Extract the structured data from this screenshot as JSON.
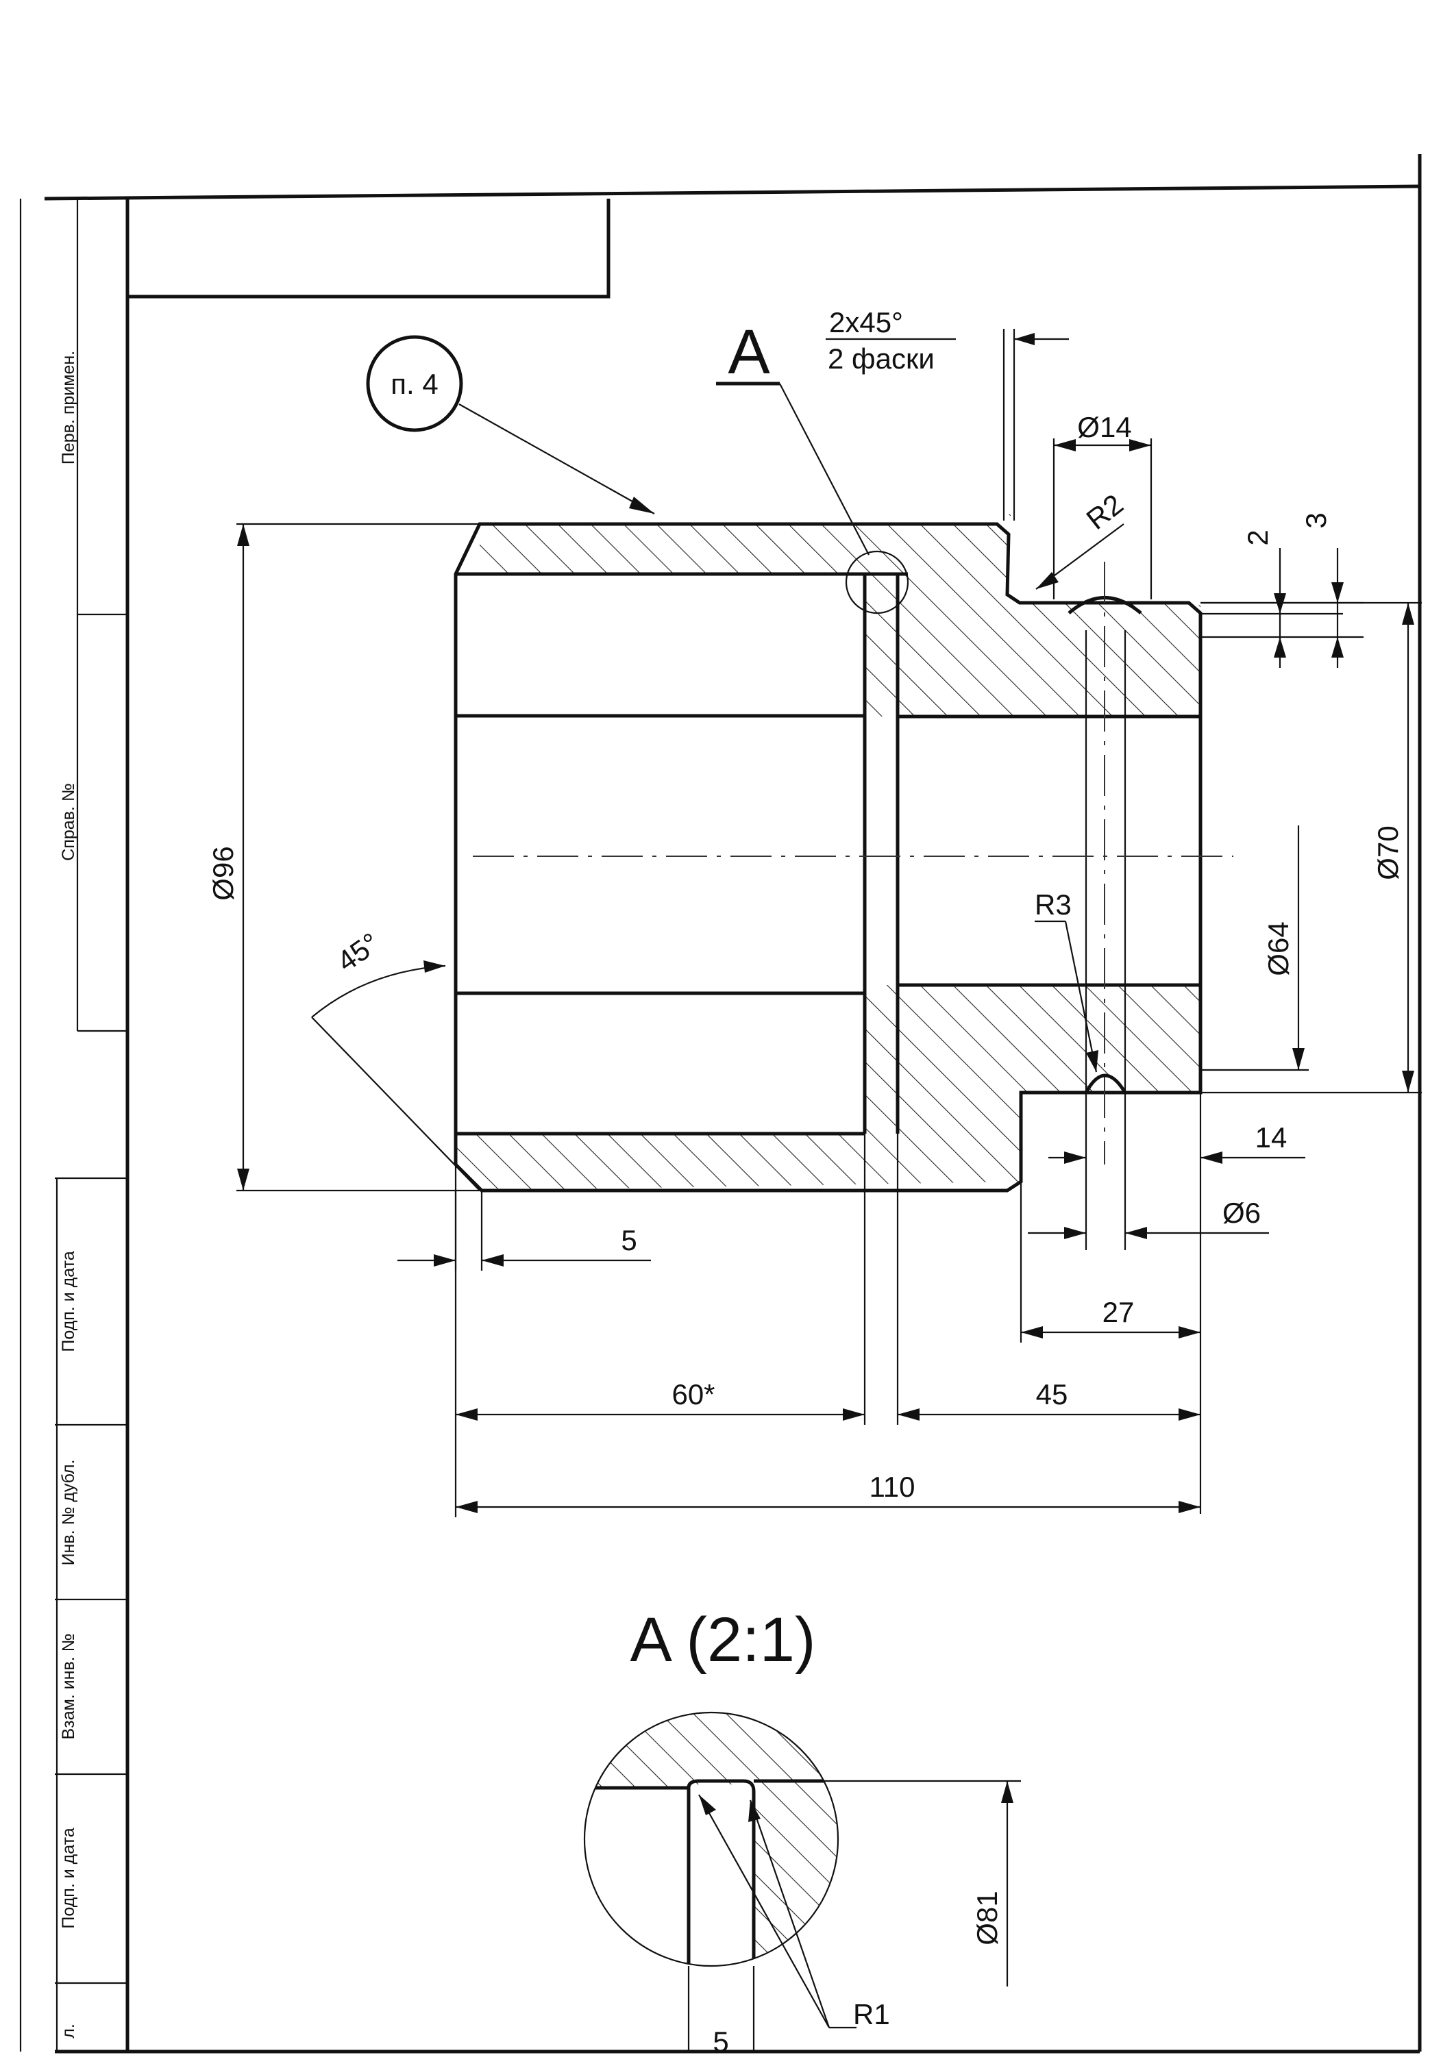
{
  "sheet": {
    "side_labels": [
      "Перв. примен.",
      "Справ. №",
      "Подп. и дата",
      "Инв. № дубл.",
      "Взам. инв. №",
      "Подп. и дата",
      "л."
    ]
  },
  "callout": {
    "label": "п. 4"
  },
  "section": {
    "letter": "A",
    "detail_title": "A (2:1)"
  },
  "chamfer_note": {
    "line1": "2x45°",
    "line2": "2 фаски"
  },
  "dimensions": {
    "d14": "Ø14",
    "r2": "R2",
    "two": "2",
    "three": "3",
    "d96": "Ø96",
    "d70": "Ø70",
    "d64": "Ø64",
    "r3": "R3",
    "angle45": "45°",
    "fourteen": "14",
    "d6": "Ø6",
    "five": "5",
    "twentyseven": "27",
    "sixty": "60*",
    "fortyfive": "45",
    "total110": "110",
    "d81": "Ø81",
    "r1": "R1",
    "detail_five": "5"
  },
  "colors": {
    "ink": "#111111",
    "paper": "#ffffff"
  }
}
